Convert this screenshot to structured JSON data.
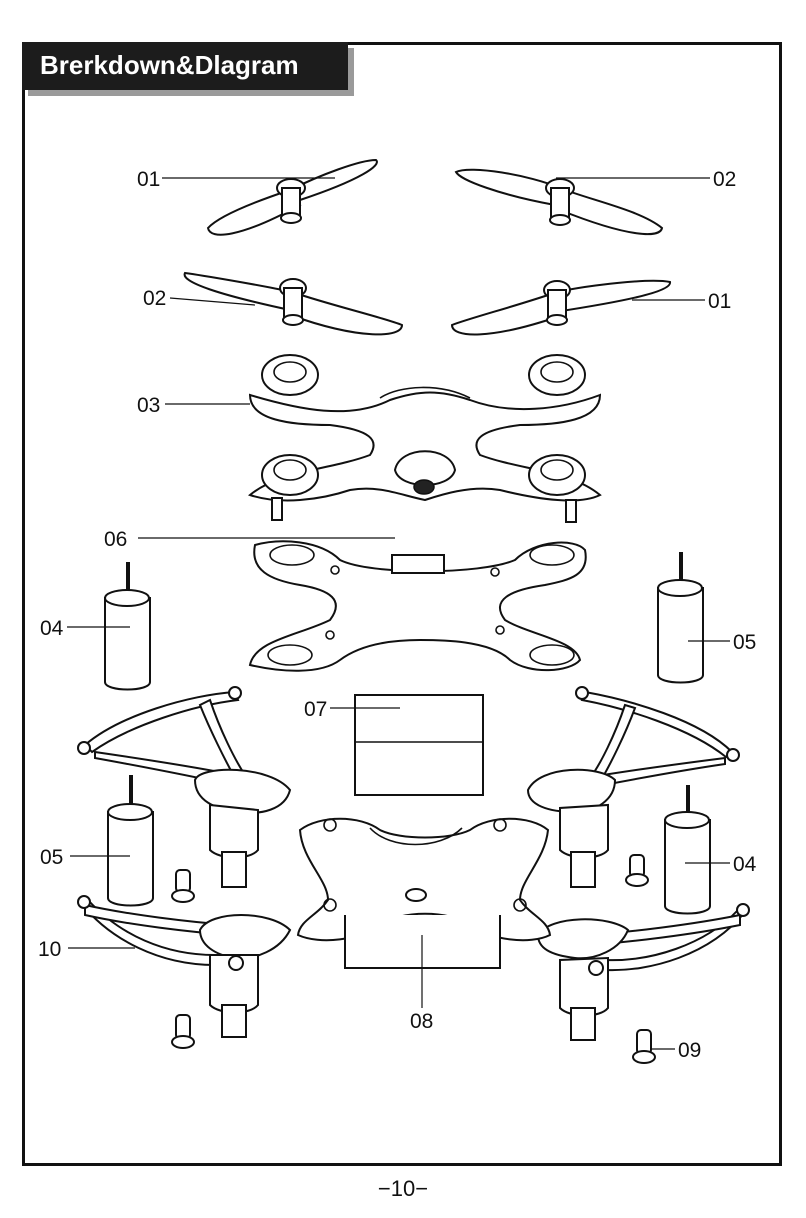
{
  "header": {
    "title": "Brerkdown&Dlagram"
  },
  "callouts": {
    "prop_01_top": "01",
    "prop_02_top": "02",
    "prop_02_mid": "02",
    "prop_01_mid": "01",
    "top_cover": "03",
    "pcb": "06",
    "motor_04_left": "04",
    "motor_05_right": "05",
    "battery": "07",
    "motor_05_left": "05",
    "motor_04_right": "04",
    "frame_arm": "10",
    "bottom_shell": "08",
    "foot": "09"
  },
  "footer": {
    "page_number": "−10−"
  }
}
